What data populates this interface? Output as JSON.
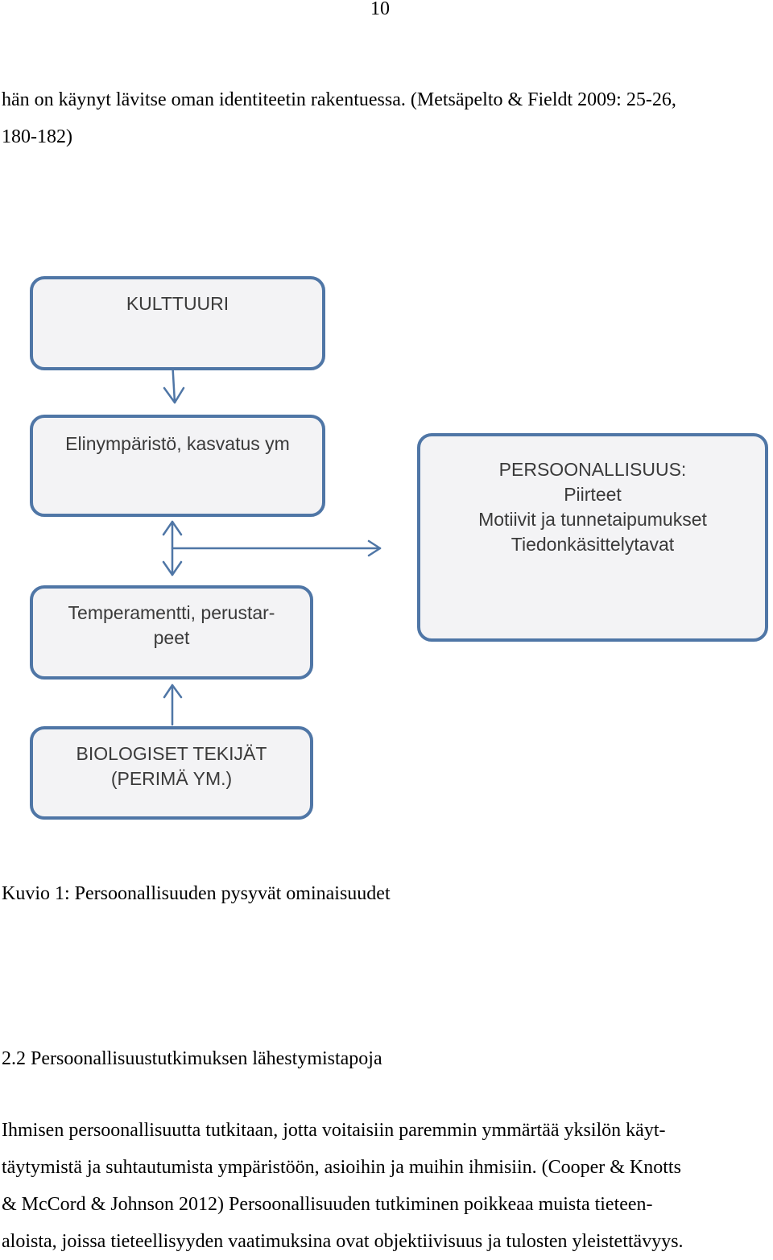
{
  "page_number": "10",
  "intro_lines": [
    "hän on käynyt lävitse oman identiteetin rakentuessa. (Metsäpelto & Fieldt 2009: 25-26,",
    "180-182)"
  ],
  "diagram": {
    "kulttuuri": "KULTTUURI",
    "elinymparisto": "Elinympäristö, kasvatus ym",
    "temperamentti": [
      "Temperamentti, perustar-",
      "peet"
    ],
    "biologiset": [
      "BIOLOGISET TEKIJÄT",
      "(PERIMÄ YM.)"
    ],
    "persoonallisuus": [
      "PERSOONALLISUUS:",
      "Piirteet",
      "Motiivit ja tunnetaipumukset",
      "Tiedonkäsittelytavat"
    ],
    "colors": {
      "border": "#4f76a6",
      "fill": "#f3f3f5",
      "arrow": "#4f76a6"
    }
  },
  "caption": "Kuvio 1: Persoonallisuuden pysyvät ominaisuudet",
  "section_heading": "2.2 Persoonallisuustutkimuksen lähestymistapoja",
  "body_lines": [
    "Ihmisen persoonallisuutta tutkitaan, jotta voitaisiin paremmin ymmärtää yksilön käyt-",
    "täytymistä ja suhtautumista ympäristöön, asioihin ja muihin ihmisiin. (Cooper & Knotts",
    "& McCord & Johnson 2012) Persoonallisuuden tutkiminen poikkeaa muista tieteen-",
    "aloista, joissa tieteellisyyden vaatimuksina ovat objektiivisuus ja tulosten yleistettävyys."
  ]
}
